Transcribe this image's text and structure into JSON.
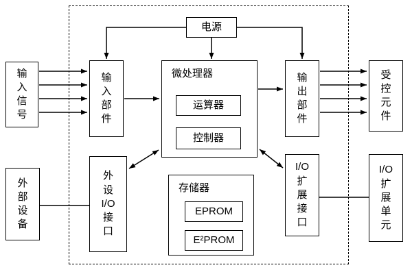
{
  "colors": {
    "ink": "#000000",
    "background": "#ffffff"
  },
  "diagram": {
    "power": "电源",
    "input_signal": "输\n入\n信\n号",
    "input_unit": "输\n入\n部\n件",
    "mcu": "微处理器",
    "alu": "运算器",
    "controller": "控制器",
    "output_unit": "输\n出\n部\n件",
    "controlled_element": "受\n控\n元\n件",
    "peripheral_io": "外\n设\nI/O\n接\n口",
    "memory": "存储器",
    "eprom": "EPROM",
    "eeprom": "E²PROM",
    "io_expand_interface": "I/O\n扩\n展\n接\n口",
    "external_device": "外\n部\n设\n备",
    "io_expand_unit": "I/O\n扩\n展\n单\n元"
  }
}
